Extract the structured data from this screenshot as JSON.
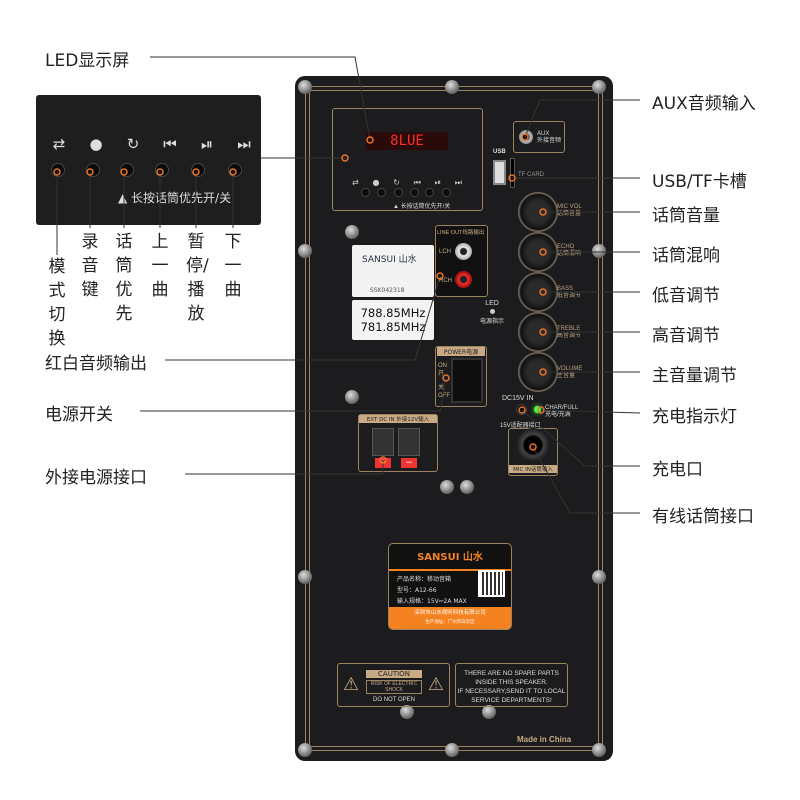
{
  "callouts_left": {
    "led_display": "LED显示屏",
    "rca_out": "红白音频输出",
    "power_switch": "电源开关",
    "ext_power": "外接电源接口"
  },
  "button_labels": [
    "模式切换",
    "录音键",
    "话筒优先",
    "上一曲",
    "暂停/播放",
    "下一曲"
  ],
  "callouts_right": [
    "AUX音频输入",
    "USB/TF卡槽",
    "话筒音量",
    "话筒混响",
    "低音调节",
    "高音调节",
    "主音量调节",
    "充电指示灯",
    "充电口",
    "有线话筒接口"
  ],
  "inset": {
    "icons": [
      "⇄",
      "●",
      "↻",
      "⏮",
      "⏯",
      "⏭"
    ],
    "hint": "▲ 长按话筒优先开/关"
  },
  "panel": {
    "display_text": "8LUE",
    "hint": "▲ 长按话筒优先开/关",
    "aux": "AUX",
    "aux_cn": "外接音频",
    "usb": "USB",
    "tf": "TF CARD",
    "knobs": [
      {
        "en": "MIC VOL",
        "cn": "话筒音量"
      },
      {
        "en": "ECHO",
        "cn": "话筒混响"
      },
      {
        "en": "BASS",
        "cn": "低音调节"
      },
      {
        "en": "TREBLE",
        "cn": "高音调节"
      },
      {
        "en": "VOLUME",
        "cn": "主音量"
      }
    ],
    "line_out": "LINE OUT线路输出",
    "lch": "LCH",
    "rch": "RCH",
    "led": "LED",
    "led_cn": "电源指示",
    "brand_small": "SANSUI 山水",
    "serial": "SSK042318",
    "freq1": "788.85MHz",
    "freq2": "781.85MHz",
    "power": "POWER电源",
    "on": "ON",
    "on_cn": "开",
    "off_cn": "关",
    "off": "OFF",
    "ext_dc": "EXT DC IN 外接12V输入",
    "plus": "+",
    "minus": "−",
    "dc15": "DC15V IN",
    "charge": "CHAR/FULL",
    "charge_cn": "充电/充满",
    "adapter": "15V适配器接口",
    "mic_in": "MIC IN话筒输入",
    "nameplate": {
      "brand": "SANSUI 山水",
      "line1": "产品名称：移动音箱",
      "line2": "型号：A12-66",
      "line3": "输入规格：15V⎓2A MAX",
      "maker": "深圳市山水视听科技有限公司",
      "addr": "生产地址：广州市白云区"
    },
    "caution": "CAUTION",
    "risk": "RISK OF ELECTRIC SHOCK",
    "donot": "DO NOT OPEN",
    "notice": [
      "THERE ARE NO SPARE PARTS",
      "INSIDE THIS SPEAKER.",
      "IF NECESSARY,SEND IT TO LOCAL",
      "SERVICE DEPARTMENTS!"
    ],
    "made": "Made in China"
  },
  "colors": {
    "accent": "#e8732a",
    "panel": "#1c1c1e",
    "gold": "#9c8361"
  }
}
